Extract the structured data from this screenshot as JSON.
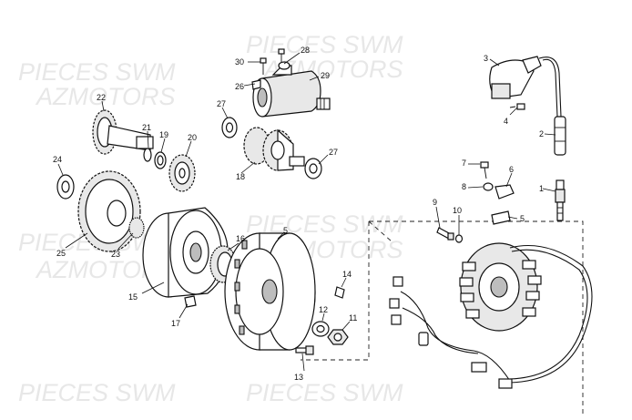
{
  "watermark": {
    "line1": "PIECES SWM",
    "line2": "AZMOTORS"
  },
  "callouts": [
    "1",
    "2",
    "3",
    "4",
    "5",
    "5",
    "6",
    "7",
    "8",
    "9",
    "10",
    "11",
    "12",
    "13",
    "14",
    "15",
    "16",
    "17",
    "18",
    "19",
    "20",
    "21",
    "22",
    "23",
    "24",
    "25",
    "26",
    "27",
    "27",
    "28",
    "29",
    "30"
  ]
}
